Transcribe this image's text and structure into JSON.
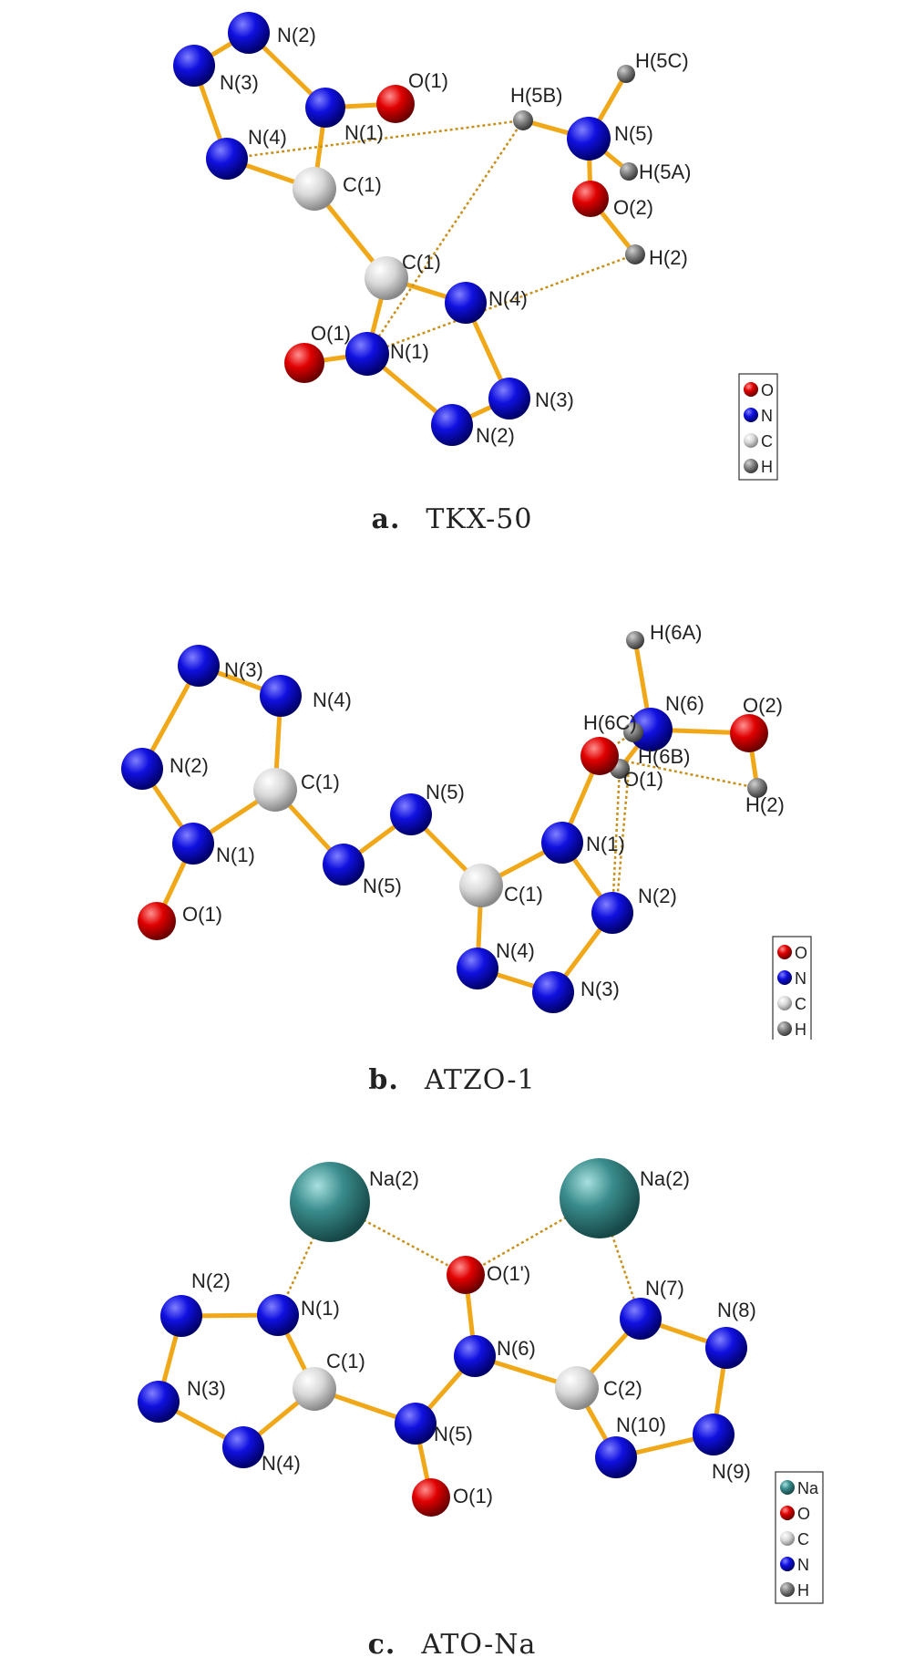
{
  "colors": {
    "O": "#e00000",
    "N": "#1010e0",
    "C": "#d8d8d8",
    "H": "#808080",
    "Na": "#3a8c8c",
    "bond": "#f0a818"
  },
  "panels": [
    {
      "letter": "a.",
      "name": "TKX-50",
      "legend": [
        "O",
        "N",
        "C",
        "H"
      ],
      "atoms": [
        {
          "label": "N(2)",
          "el": "N"
        },
        {
          "label": "N(3)",
          "el": "N"
        },
        {
          "label": "O(1)",
          "el": "O"
        },
        {
          "label": "N(1)",
          "el": "N"
        },
        {
          "label": "N(4)",
          "el": "N"
        },
        {
          "label": "C(1)",
          "el": "C"
        },
        {
          "label": "H(5C)",
          "el": "H"
        },
        {
          "label": "H(5B)",
          "el": "H"
        },
        {
          "label": "N(5)",
          "el": "N"
        },
        {
          "label": "H(5A)",
          "el": "H"
        },
        {
          "label": "O(2)",
          "el": "O"
        },
        {
          "label": "H(2)",
          "el": "H"
        },
        {
          "label": "C(1)",
          "el": "C"
        },
        {
          "label": "N(4)",
          "el": "N"
        },
        {
          "label": "O(1)",
          "el": "O"
        },
        {
          "label": "N(1)",
          "el": "N"
        },
        {
          "label": "N(3)",
          "el": "N"
        },
        {
          "label": "N(2)",
          "el": "N"
        }
      ]
    },
    {
      "letter": "b.",
      "name": "ATZO-1",
      "legend": [
        "O",
        "N",
        "C",
        "H"
      ],
      "atoms": [
        {
          "label": "H(6A)",
          "el": "H"
        },
        {
          "label": "N(6)",
          "el": "N"
        },
        {
          "label": "O(2)",
          "el": "O"
        },
        {
          "label": "H(6C)",
          "el": "H"
        },
        {
          "label": "H(6B)",
          "el": "H"
        },
        {
          "label": "H(2)",
          "el": "H"
        },
        {
          "label": "N(3)",
          "el": "N"
        },
        {
          "label": "N(4)",
          "el": "N"
        },
        {
          "label": "N(2)",
          "el": "N"
        },
        {
          "label": "C(1)",
          "el": "C"
        },
        {
          "label": "N(5)",
          "el": "N"
        },
        {
          "label": "O(1)",
          "el": "O"
        },
        {
          "label": "N(1)",
          "el": "N"
        },
        {
          "label": "N(5)",
          "el": "N"
        },
        {
          "label": "N(1)",
          "el": "N"
        },
        {
          "label": "O(1)",
          "el": "O"
        },
        {
          "label": "C(1)",
          "el": "C"
        },
        {
          "label": "N(2)",
          "el": "N"
        },
        {
          "label": "N(4)",
          "el": "N"
        },
        {
          "label": "N(3)",
          "el": "N"
        }
      ]
    },
    {
      "letter": "c.",
      "name": "ATO-Na",
      "legend": [
        "Na",
        "O",
        "C",
        "N",
        "H"
      ],
      "atoms": [
        {
          "label": "Na(2)",
          "el": "Na"
        },
        {
          "label": "Na(2)",
          "el": "Na"
        },
        {
          "label": "O(1')",
          "el": "O"
        },
        {
          "label": "N(2)",
          "el": "N"
        },
        {
          "label": "N(1)",
          "el": "N"
        },
        {
          "label": "N(6)",
          "el": "N"
        },
        {
          "label": "N(7)",
          "el": "N"
        },
        {
          "label": "N(8)",
          "el": "N"
        },
        {
          "label": "N(3)",
          "el": "N"
        },
        {
          "label": "C(1)",
          "el": "C"
        },
        {
          "label": "C(2)",
          "el": "C"
        },
        {
          "label": "N(5)",
          "el": "N"
        },
        {
          "label": "N(4)",
          "el": "N"
        },
        {
          "label": "N(10)",
          "el": "N"
        },
        {
          "label": "N(9)",
          "el": "N"
        },
        {
          "label": "O(1)",
          "el": "O"
        }
      ]
    }
  ]
}
